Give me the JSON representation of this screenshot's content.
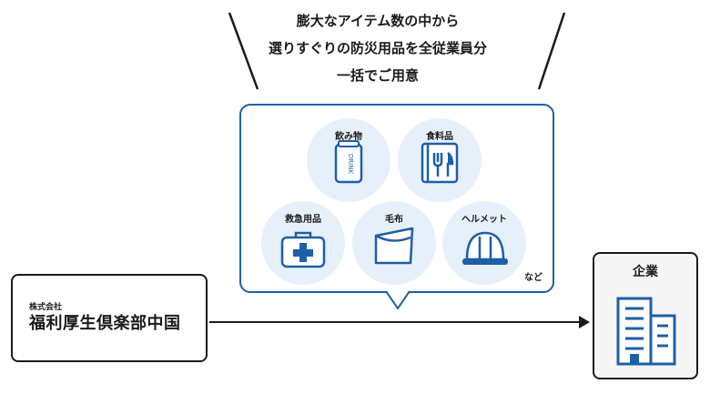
{
  "headline": {
    "line1": "膨大なアイテム数の中から",
    "line2": "選りすぐりの防災用品を全従業員分",
    "line3": "一括でご用意"
  },
  "items": [
    {
      "label": "飲み物",
      "icon": "drink-can-icon",
      "can_text": "DRINK"
    },
    {
      "label": "食料品",
      "icon": "food-menu-icon"
    },
    {
      "label": "救急用品",
      "icon": "first-aid-kit-icon"
    },
    {
      "label": "毛布",
      "icon": "blanket-icon"
    },
    {
      "label": "ヘルメット",
      "icon": "helmet-icon"
    }
  ],
  "etc_label": "など",
  "source": {
    "prefix": "株式会社",
    "name": "福利厚生倶楽部中国"
  },
  "target": {
    "label": "企業",
    "icon": "building-icon"
  },
  "colors": {
    "accent": "#1d5fa8",
    "circle_bg": "#e6f0fa",
    "dark": "#1a1a1a"
  }
}
